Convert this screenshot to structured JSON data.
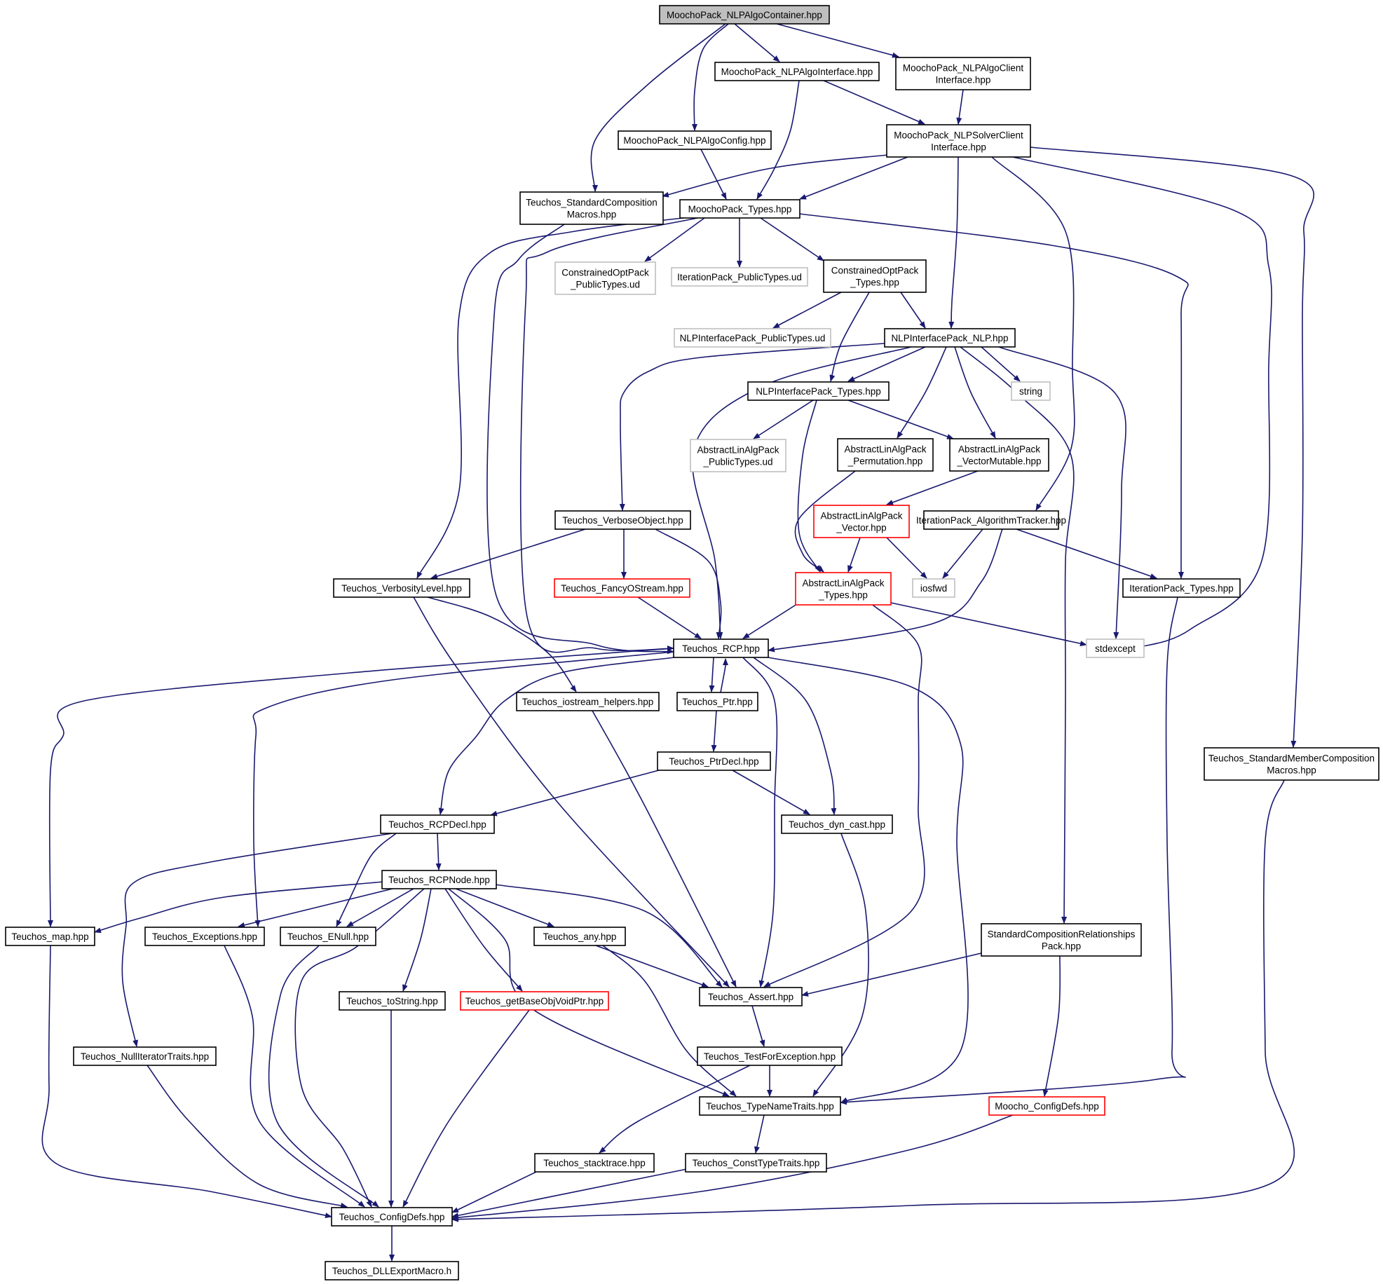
{
  "diagram": {
    "type": "include-dependency-graph",
    "colors": {
      "edge": "#191970",
      "node_border": "#000000",
      "root_fill": "#bfbfbf",
      "truncated_border": "#ff0000",
      "undocumented_border": "#bfbfbf",
      "background": "#ffffff"
    },
    "nodes": [
      {
        "id": "root",
        "lines": [
          "MoochoPack_NLPAlgoContainer.hpp"
        ],
        "style": "root"
      },
      {
        "id": "nlpalgointerface",
        "lines": [
          "MoochoPack_NLPAlgoInterface.hpp"
        ],
        "style": "normal"
      },
      {
        "id": "nlpalgoclient",
        "lines": [
          "MoochoPack_NLPAlgoClient",
          "Interface.hpp"
        ],
        "style": "normal"
      },
      {
        "id": "nlpalgoconfig",
        "lines": [
          "MoochoPack_NLPAlgoConfig.hpp"
        ],
        "style": "normal"
      },
      {
        "id": "nlpsolverclient",
        "lines": [
          "MoochoPack_NLPSolverClient",
          "Interface.hpp"
        ],
        "style": "normal"
      },
      {
        "id": "stdcompmacros",
        "lines": [
          "Teuchos_StandardComposition",
          "Macros.hpp"
        ],
        "style": "normal"
      },
      {
        "id": "moochotypes",
        "lines": [
          "MoochoPack_Types.hpp"
        ],
        "style": "normal"
      },
      {
        "id": "copt_public",
        "lines": [
          "ConstrainedOptPack",
          "_PublicTypes.ud"
        ],
        "style": "undocumented"
      },
      {
        "id": "iter_public",
        "lines": [
          "IterationPack_PublicTypes.ud"
        ],
        "style": "undocumented"
      },
      {
        "id": "copt_types",
        "lines": [
          "ConstrainedOptPack",
          "_Types.hpp"
        ],
        "style": "normal"
      },
      {
        "id": "nlpi_public",
        "lines": [
          "NLPInterfacePack_PublicTypes.ud"
        ],
        "style": "undocumented"
      },
      {
        "id": "nlp",
        "lines": [
          "NLPInterfacePack_NLP.hpp"
        ],
        "style": "normal"
      },
      {
        "id": "string",
        "lines": [
          "string"
        ],
        "style": "undocumented"
      },
      {
        "id": "nlpi_types",
        "lines": [
          "NLPInterfacePack_Types.hpp"
        ],
        "style": "normal"
      },
      {
        "id": "ala_public",
        "lines": [
          "AbstractLinAlgPack",
          "_PublicTypes.ud"
        ],
        "style": "undocumented"
      },
      {
        "id": "ala_perm",
        "lines": [
          "AbstractLinAlgPack",
          "_Permutation.hpp"
        ],
        "style": "normal"
      },
      {
        "id": "ala_vecmut",
        "lines": [
          "AbstractLinAlgPack",
          "_VectorMutable.hpp"
        ],
        "style": "normal"
      },
      {
        "id": "ala_vector",
        "lines": [
          "AbstractLinAlgPack",
          "_Vector.hpp"
        ],
        "style": "truncated"
      },
      {
        "id": "algtracker",
        "lines": [
          "IterationPack_AlgorithmTracker.hpp"
        ],
        "style": "normal"
      },
      {
        "id": "verboseobj",
        "lines": [
          "Teuchos_VerboseObject.hpp"
        ],
        "style": "normal"
      },
      {
        "id": "verbositylevel",
        "lines": [
          "Teuchos_VerbosityLevel.hpp"
        ],
        "style": "normal"
      },
      {
        "id": "fancyostream",
        "lines": [
          "Teuchos_FancyOStream.hpp"
        ],
        "style": "truncated"
      },
      {
        "id": "ala_types",
        "lines": [
          "AbstractLinAlgPack",
          "_Types.hpp"
        ],
        "style": "truncated"
      },
      {
        "id": "iosfwd",
        "lines": [
          "iosfwd"
        ],
        "style": "undocumented"
      },
      {
        "id": "iter_types",
        "lines": [
          "IterationPack_Types.hpp"
        ],
        "style": "normal"
      },
      {
        "id": "rcp",
        "lines": [
          "Teuchos_RCP.hpp"
        ],
        "style": "normal"
      },
      {
        "id": "stdexcept",
        "lines": [
          "stdexcept"
        ],
        "style": "undocumented"
      },
      {
        "id": "iostream_helpers",
        "lines": [
          "Teuchos_iostream_helpers.hpp"
        ],
        "style": "normal"
      },
      {
        "id": "ptr",
        "lines": [
          "Teuchos_Ptr.hpp"
        ],
        "style": "normal"
      },
      {
        "id": "ptrdecl",
        "lines": [
          "Teuchos_PtrDecl.hpp"
        ],
        "style": "normal"
      },
      {
        "id": "stdmembercomp",
        "lines": [
          "Teuchos_StandardMemberComposition",
          "Macros.hpp"
        ],
        "style": "normal"
      },
      {
        "id": "rcpdecl",
        "lines": [
          "Teuchos_RCPDecl.hpp"
        ],
        "style": "normal"
      },
      {
        "id": "dyncast",
        "lines": [
          "Teuchos_dyn_cast.hpp"
        ],
        "style": "normal"
      },
      {
        "id": "rcpnode",
        "lines": [
          "Teuchos_RCPNode.hpp"
        ],
        "style": "normal"
      },
      {
        "id": "map",
        "lines": [
          "Teuchos_map.hpp"
        ],
        "style": "normal"
      },
      {
        "id": "exceptions",
        "lines": [
          "Teuchos_Exceptions.hpp"
        ],
        "style": "normal"
      },
      {
        "id": "enull",
        "lines": [
          "Teuchos_ENull.hpp"
        ],
        "style": "normal"
      },
      {
        "id": "any",
        "lines": [
          "Teuchos_any.hpp"
        ],
        "style": "normal"
      },
      {
        "id": "scrpack",
        "lines": [
          "StandardCompositionRelationships",
          "Pack.hpp"
        ],
        "style": "normal"
      },
      {
        "id": "tostring",
        "lines": [
          "Teuchos_toString.hpp"
        ],
        "style": "normal"
      },
      {
        "id": "getbaseobj",
        "lines": [
          "Teuchos_getBaseObjVoidPtr.hpp"
        ],
        "style": "truncated"
      },
      {
        "id": "assert",
        "lines": [
          "Teuchos_Assert.hpp"
        ],
        "style": "normal"
      },
      {
        "id": "nulliter",
        "lines": [
          "Teuchos_NullIteratorTraits.hpp"
        ],
        "style": "normal"
      },
      {
        "id": "testforexc",
        "lines": [
          "Teuchos_TestForException.hpp"
        ],
        "style": "normal"
      },
      {
        "id": "typenametraits",
        "lines": [
          "Teuchos_TypeNameTraits.hpp"
        ],
        "style": "normal"
      },
      {
        "id": "moochoconfig",
        "lines": [
          "Moocho_ConfigDefs.hpp"
        ],
        "style": "truncated"
      },
      {
        "id": "stacktrace",
        "lines": [
          "Teuchos_stacktrace.hpp"
        ],
        "style": "normal"
      },
      {
        "id": "consttypetraits",
        "lines": [
          "Teuchos_ConstTypeTraits.hpp"
        ],
        "style": "normal"
      },
      {
        "id": "configdefs",
        "lines": [
          "Teuchos_ConfigDefs.hpp"
        ],
        "style": "normal"
      },
      {
        "id": "dllexport",
        "lines": [
          "Teuchos_DLLExportMacro.h"
        ],
        "style": "normal"
      }
    ],
    "edges": [
      {
        "from": "root",
        "to": "nlpalgointerface"
      },
      {
        "from": "root",
        "to": "nlpalgoclient"
      },
      {
        "from": "root",
        "to": "nlpalgoconfig"
      },
      {
        "from": "root",
        "to": "stdcompmacros"
      },
      {
        "from": "nlpalgointerface",
        "to": "nlpsolverclient"
      },
      {
        "from": "nlpalgointerface",
        "to": "moochotypes"
      },
      {
        "from": "nlpalgoclient",
        "to": "nlpsolverclient"
      },
      {
        "from": "nlpalgoconfig",
        "to": "moochotypes"
      },
      {
        "from": "nlpsolverclient",
        "to": "stdcompmacros"
      },
      {
        "from": "nlpsolverclient",
        "to": "moochotypes"
      },
      {
        "from": "nlpsolverclient",
        "to": "nlp"
      },
      {
        "from": "nlpsolverclient",
        "to": "algtracker"
      },
      {
        "from": "nlpsolverclient",
        "to": "stdexcept"
      },
      {
        "from": "nlpsolverclient",
        "to": "stdmembercomp"
      },
      {
        "from": "stdcompmacros",
        "to": "rcp"
      },
      {
        "from": "moochotypes",
        "to": "copt_public"
      },
      {
        "from": "moochotypes",
        "to": "iter_public"
      },
      {
        "from": "moochotypes",
        "to": "copt_types"
      },
      {
        "from": "moochotypes",
        "to": "verbositylevel"
      },
      {
        "from": "moochotypes",
        "to": "rcp"
      },
      {
        "from": "moochotypes",
        "to": "iter_types"
      },
      {
        "from": "copt_types",
        "to": "nlpi_public"
      },
      {
        "from": "copt_types",
        "to": "nlp"
      },
      {
        "from": "copt_types",
        "to": "nlpi_types"
      },
      {
        "from": "nlp",
        "to": "nlpi_types"
      },
      {
        "from": "nlp",
        "to": "string"
      },
      {
        "from": "nlp",
        "to": "ala_perm"
      },
      {
        "from": "nlp",
        "to": "ala_vecmut"
      },
      {
        "from": "nlp",
        "to": "verboseobj"
      },
      {
        "from": "nlp",
        "to": "rcp"
      },
      {
        "from": "nlp",
        "to": "stdexcept"
      },
      {
        "from": "nlp",
        "to": "scrpack"
      },
      {
        "from": "nlpi_types",
        "to": "ala_public"
      },
      {
        "from": "nlpi_types",
        "to": "ala_vecmut"
      },
      {
        "from": "nlpi_types",
        "to": "ala_types"
      },
      {
        "from": "ala_perm",
        "to": "ala_types"
      },
      {
        "from": "ala_vecmut",
        "to": "ala_vector"
      },
      {
        "from": "ala_vector",
        "to": "ala_types"
      },
      {
        "from": "ala_vector",
        "to": "iosfwd"
      },
      {
        "from": "algtracker",
        "to": "iosfwd"
      },
      {
        "from": "algtracker",
        "to": "iter_types"
      },
      {
        "from": "algtracker",
        "to": "rcp"
      },
      {
        "from": "verboseobj",
        "to": "verbositylevel"
      },
      {
        "from": "verboseobj",
        "to": "fancyostream"
      },
      {
        "from": "verboseobj",
        "to": "rcp"
      },
      {
        "from": "verbositylevel",
        "to": "iostream_helpers"
      },
      {
        "from": "verbositylevel",
        "to": "assert"
      },
      {
        "from": "fancyostream",
        "to": "rcp"
      },
      {
        "from": "ala_types",
        "to": "rcp"
      },
      {
        "from": "ala_types",
        "to": "stdexcept"
      },
      {
        "from": "ala_types",
        "to": "assert"
      },
      {
        "from": "iter_types",
        "to": "typenametraits"
      },
      {
        "from": "rcp",
        "to": "ptr"
      },
      {
        "from": "rcp",
        "to": "map"
      },
      {
        "from": "rcp",
        "to": "exceptions"
      },
      {
        "from": "rcp",
        "to": "rcpdecl"
      },
      {
        "from": "rcp",
        "to": "assert"
      },
      {
        "from": "rcp",
        "to": "dyncast"
      },
      {
        "from": "rcp",
        "to": "typenametraits"
      },
      {
        "from": "ptr",
        "to": "rcp"
      },
      {
        "from": "ptr",
        "to": "ptrdecl"
      },
      {
        "from": "ptrdecl",
        "to": "rcpdecl"
      },
      {
        "from": "ptrdecl",
        "to": "dyncast"
      },
      {
        "from": "iostream_helpers",
        "to": "assert"
      },
      {
        "from": "rcpdecl",
        "to": "rcpnode"
      },
      {
        "from": "rcpdecl",
        "to": "enull"
      },
      {
        "from": "rcpdecl",
        "to": "nulliter"
      },
      {
        "from": "rcpnode",
        "to": "map"
      },
      {
        "from": "rcpnode",
        "to": "exceptions"
      },
      {
        "from": "rcpnode",
        "to": "enull"
      },
      {
        "from": "rcpnode",
        "to": "any"
      },
      {
        "from": "rcpnode",
        "to": "assert"
      },
      {
        "from": "rcpnode",
        "to": "tostring"
      },
      {
        "from": "rcpnode",
        "to": "getbaseobj"
      },
      {
        "from": "rcpnode",
        "to": "typenametraits"
      },
      {
        "from": "rcpnode",
        "to": "configdefs"
      },
      {
        "from": "dyncast",
        "to": "typenametraits"
      },
      {
        "from": "any",
        "to": "assert"
      },
      {
        "from": "any",
        "to": "typenametraits"
      },
      {
        "from": "scrpack",
        "to": "assert"
      },
      {
        "from": "scrpack",
        "to": "moochoconfig"
      },
      {
        "from": "map",
        "to": "configdefs"
      },
      {
        "from": "exceptions",
        "to": "configdefs"
      },
      {
        "from": "enull",
        "to": "configdefs"
      },
      {
        "from": "tostring",
        "to": "configdefs"
      },
      {
        "from": "getbaseobj",
        "to": "configdefs"
      },
      {
        "from": "nulliter",
        "to": "configdefs"
      },
      {
        "from": "assert",
        "to": "testforexc"
      },
      {
        "from": "testforexc",
        "to": "typenametraits"
      },
      {
        "from": "testforexc",
        "to": "stacktrace"
      },
      {
        "from": "typenametraits",
        "to": "consttypetraits"
      },
      {
        "from": "consttypetraits",
        "to": "configdefs"
      },
      {
        "from": "stacktrace",
        "to": "configdefs"
      },
      {
        "from": "moochoconfig",
        "to": "configdefs"
      },
      {
        "from": "stdmembercomp",
        "to": "configdefs"
      },
      {
        "from": "configdefs",
        "to": "dllexport"
      }
    ]
  }
}
